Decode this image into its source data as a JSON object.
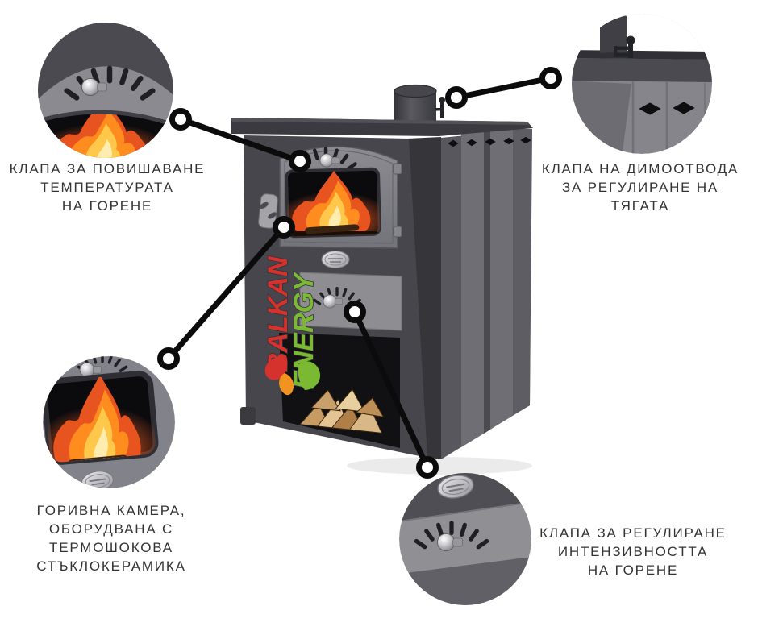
{
  "page": {
    "background": "#ffffff"
  },
  "callouts": {
    "top_left": {
      "lines": [
        "КЛАПА ЗА ПОВИШАВАНЕ",
        "ТЕМПЕРАТУРАТА",
        "НА ГОРЕНЕ"
      ]
    },
    "top_right": {
      "lines": [
        "КЛАПА НА ДИМООТВОДА",
        "ЗА РЕГУЛИРАНЕ НА",
        "ТЯГАТА"
      ]
    },
    "bottom_left": {
      "lines": [
        "ГОРИВНА КАМЕРА,",
        "ОБОРУДВАНА С",
        "ТЕРМОШОКОВА",
        "СТЪКЛОКЕРАМИКА"
      ]
    },
    "bottom_right": {
      "lines": [
        "КЛАПА ЗА РЕГУЛИРАНЕ",
        "ИНТЕНЗИВНОСТТА",
        "НА ГОРЕНЕ"
      ]
    }
  },
  "logo": {
    "word1": "BALKAN",
    "word2": "ENERGY",
    "word1_color": "#d5312d",
    "word2_color": "#7cb933"
  },
  "colors": {
    "callout_line": "#0b0b0b",
    "label_text": "#333333",
    "stove_front": "#46464c",
    "stove_side": "#57575d",
    "stove_door": "#82828a",
    "fire_orange": "#ff8c1f"
  }
}
